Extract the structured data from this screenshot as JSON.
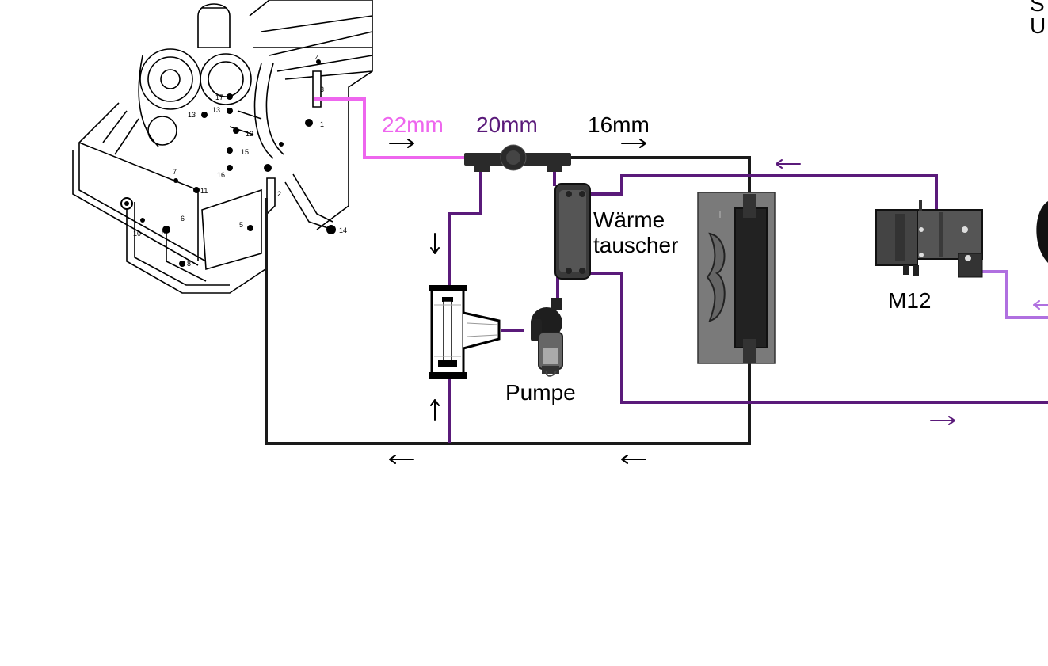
{
  "labels": {
    "size_22": "22mm",
    "size_20": "20mm",
    "size_16": "16mm",
    "heat_exchanger_line1": "Wärme",
    "heat_exchanger_line2": "tauscher",
    "pump": "Pumpe",
    "heater": "M12",
    "corner_top": "S",
    "corner_bottom": "U"
  },
  "engine_part_numbers": [
    "17",
    "13",
    "12",
    "15",
    "16",
    "7",
    "11",
    "6",
    "10",
    "9",
    "8",
    "5",
    "4",
    "3",
    "2",
    "14",
    "13",
    "1"
  ],
  "colors": {
    "line_22mm": "#ee66ee",
    "line_20mm": "#5a1a7a",
    "line_16mm": "#1a1a1a",
    "line_return_light": "#b070e0",
    "component_dark": "#2a2a2a",
    "radiator_frame": "#7a7a7a"
  }
}
